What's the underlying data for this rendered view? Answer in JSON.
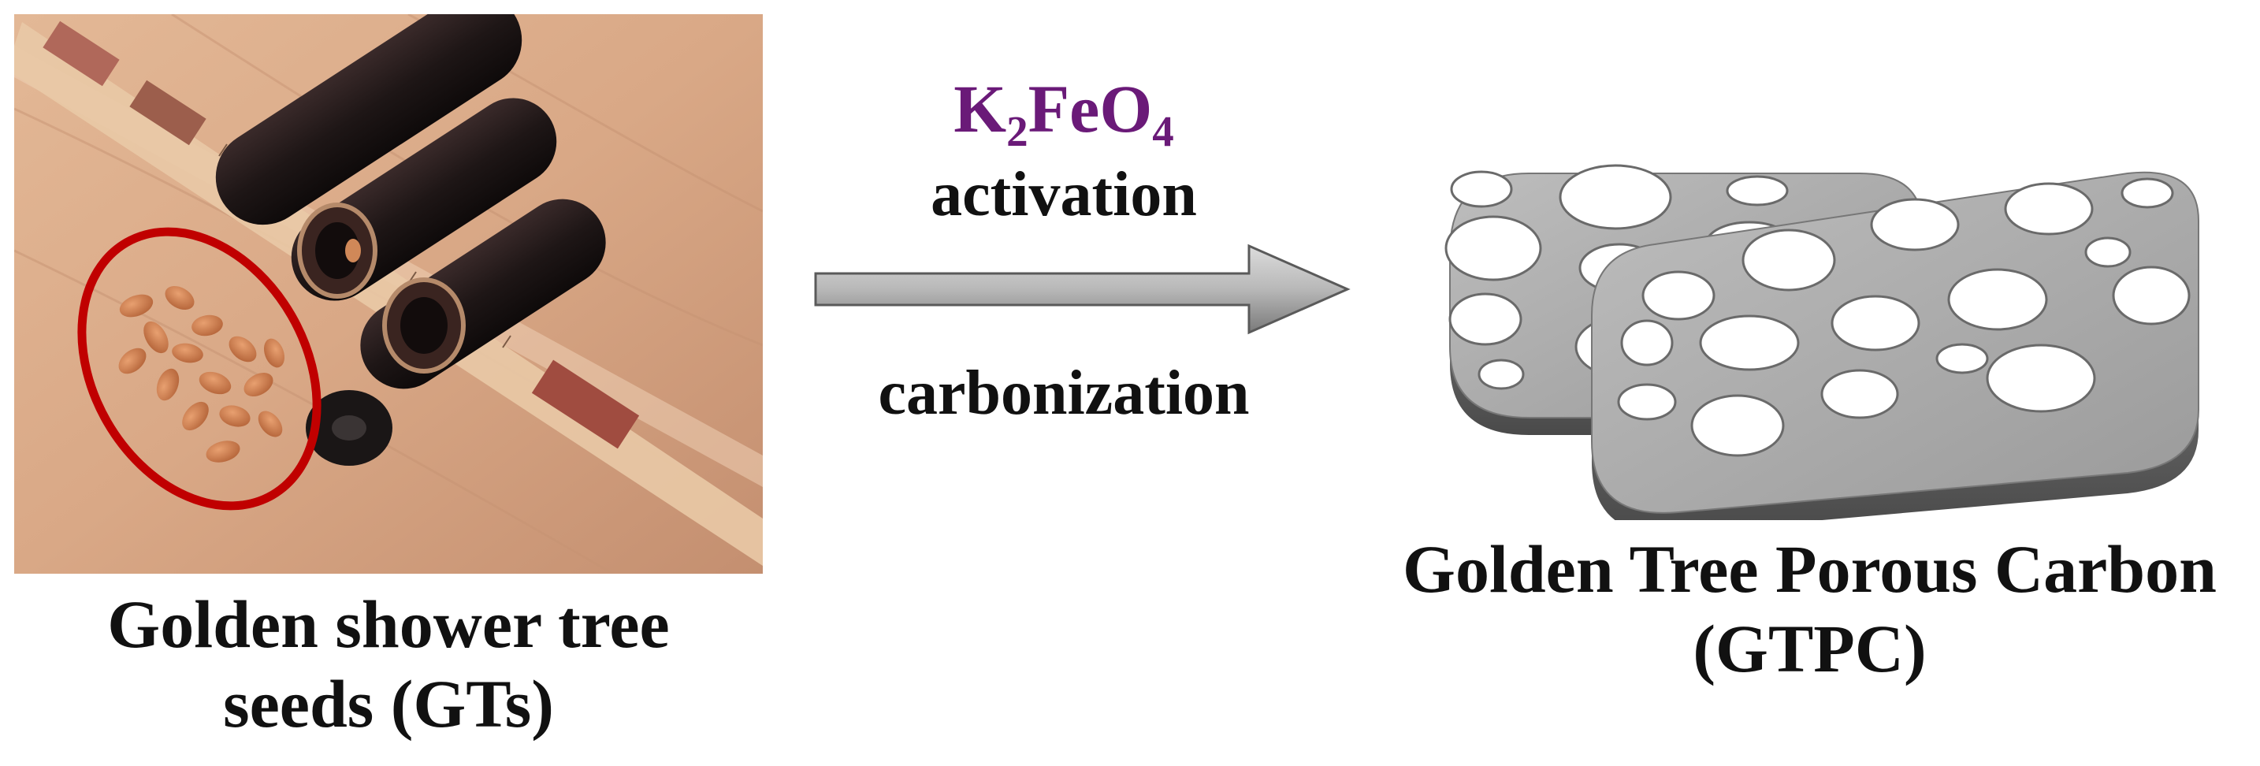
{
  "left_panel": {
    "caption_line1": "Golden shower tree",
    "caption_line2": "seeds (GTs)"
  },
  "process": {
    "formula": {
      "parts": [
        {
          "text": "K",
          "sub": false
        },
        {
          "text": "2",
          "sub": true
        },
        {
          "text": "FeO",
          "sub": false
        },
        {
          "text": "4",
          "sub": true
        }
      ],
      "color": "#6a1a78"
    },
    "step_activation": "activation",
    "step_carbonization": "carbonization"
  },
  "right_panel": {
    "caption_line1": "Golden Tree Porous Carbon",
    "caption_line2": "(GTPC)"
  },
  "colors": {
    "highlight_ellipse": "#c00000",
    "arrow_fill": "#b8b8b8",
    "carbon_fill": "#a8a8a8"
  }
}
